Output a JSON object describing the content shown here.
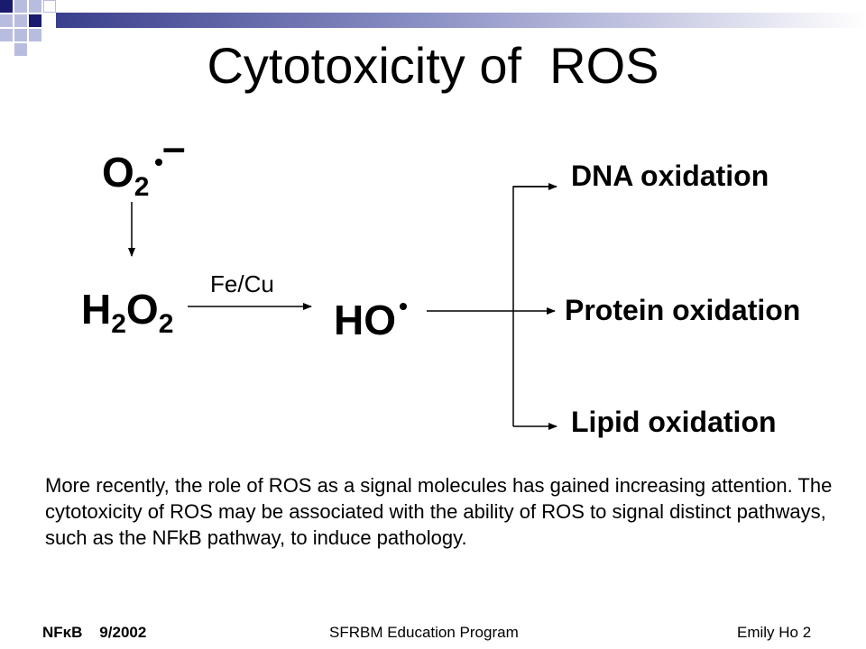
{
  "slide": {
    "title": "Cytotoxicity of  ROS",
    "superoxide": {
      "base": "O",
      "sub": "2",
      "charge": "–"
    },
    "peroxide": {
      "h": "H",
      "sub1": "2",
      "o": "O",
      "sub2": "2"
    },
    "catalyst": "Fe/Cu",
    "hydroxyl": "HO",
    "outcomes": [
      "DNA oxidation",
      "Protein oxidation",
      "Lipid oxidation"
    ],
    "paragraph": "More recently, the role of ROS as a signal molecules has gained increasing attention.  The cytotoxicity of ROS may be associated with the ability of ROS to signal distinct pathways, such as the NFkB pathway, to induce pathology.",
    "footer": {
      "left": "NFκB    9/2002",
      "center": "SFRBM Education Program",
      "right": "Emily Ho 2"
    }
  },
  "colors": {
    "dark_square": "#1a1a6e",
    "light_square": "#b8bde0",
    "bar_start": "#3a3f8c",
    "bar_end": "#ffffff"
  }
}
